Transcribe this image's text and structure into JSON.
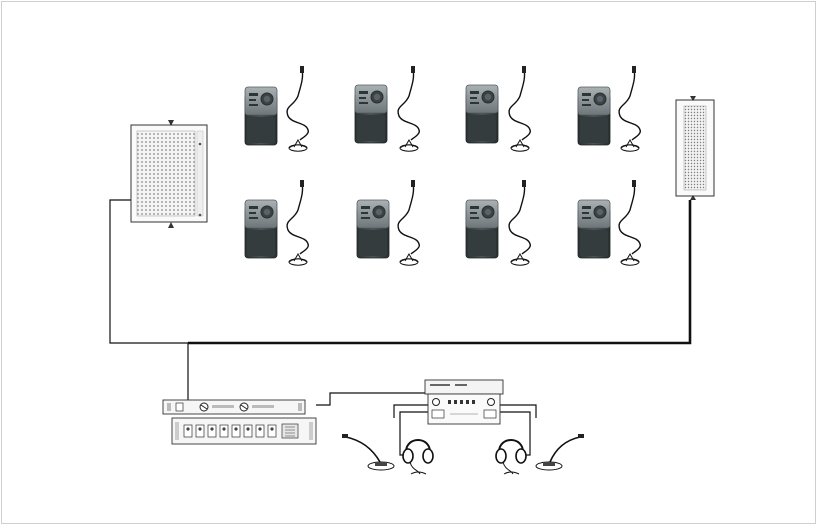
{
  "diagram": {
    "type": "wireless-interpretation-system-layout",
    "colors": {
      "receiver_body": "#3d4446",
      "receiver_top": "#8e979a",
      "line": "#111111",
      "panel_grille": "#9a9a9a"
    },
    "icons": {
      "receiver": "pocket-receiver-icon",
      "microphone": "gooseneck-mic-icon",
      "speaker": "wall-radiator-panel-icon",
      "headphones": "headphones-icon",
      "rack": "rack-unit-icon"
    },
    "counts": {
      "receivers_per_row": 4,
      "receiver_rows": 2,
      "interpreter_stations": 2
    }
  }
}
